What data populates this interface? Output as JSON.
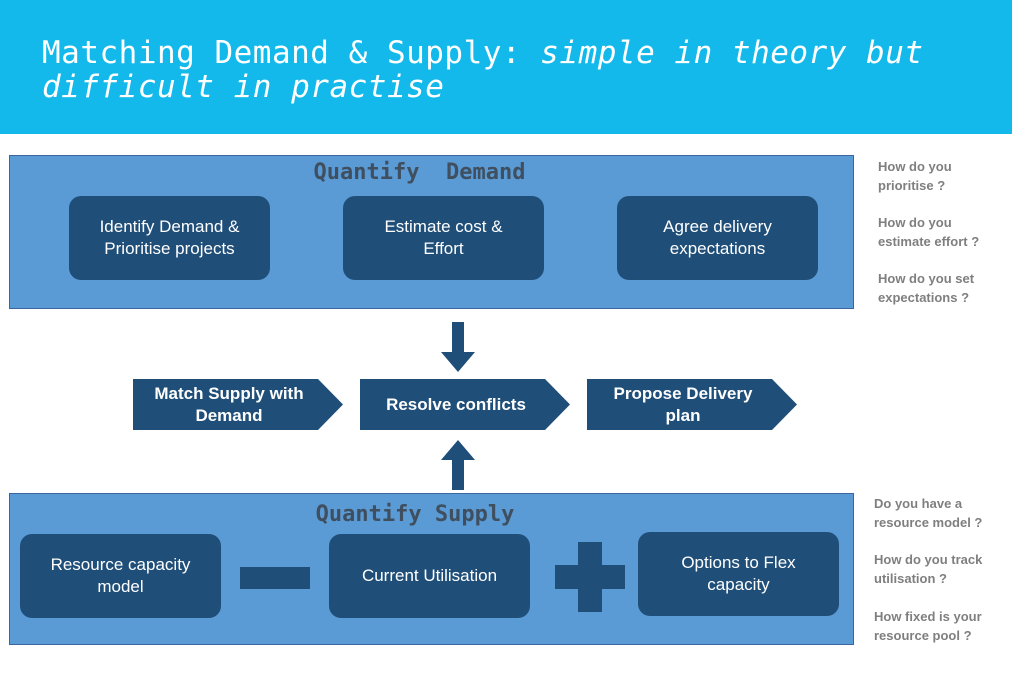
{
  "title": {
    "line1_plain": "Matching Demand & Supply: ",
    "line1_italic": "simple in theory but",
    "line2_italic": "difficult in practise"
  },
  "demand": {
    "title": "Quantify  Demand",
    "boxes": [
      "Identify Demand &\nPrioritise projects",
      "Estimate cost &\nEffort",
      "Agree delivery\nexpectations"
    ]
  },
  "process": {
    "steps": [
      "Match Supply with\nDemand",
      "Resolve conflicts",
      "Propose Delivery\nplan"
    ]
  },
  "supply": {
    "title": "Quantify Supply",
    "boxes": [
      "Resource capacity\nmodel",
      "Current Utilisation",
      "Options to Flex\ncapacity"
    ],
    "operators": [
      "minus",
      "plus"
    ]
  },
  "demand_questions": [
    "How do you\nprioritise ?",
    "How do you\nestimate effort ?",
    "How do you set\nexpectations ?"
  ],
  "supply_questions": [
    "Do you have a\nresource model ?",
    "How do you track\nutilisation ?",
    "How fixed is your\nresource pool ?"
  ],
  "colors": {
    "header": "#13b9ea",
    "panel": "#5b9bd5",
    "box": "#1f4e79",
    "question_text": "#7f7f7f"
  }
}
